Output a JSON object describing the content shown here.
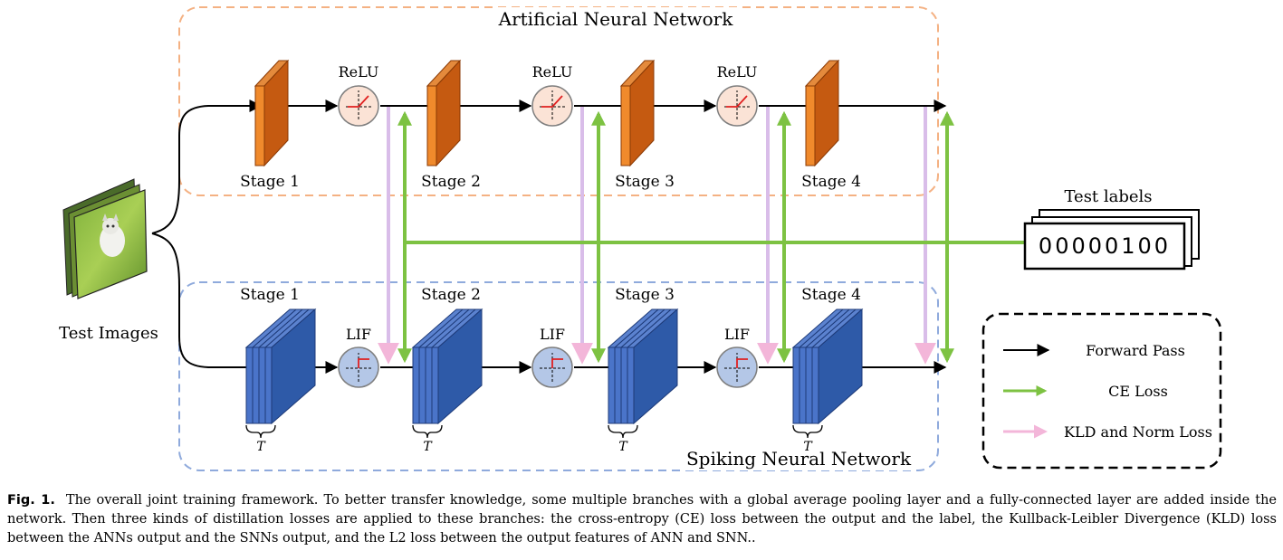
{
  "diagram": {
    "ann_title": "Artificial Neural Network",
    "snn_title": "Spiking Neural Network",
    "ann_stages": [
      "Stage 1",
      "Stage 2",
      "Stage 3",
      "Stage 4"
    ],
    "snn_stages": [
      "Stage 1",
      "Stage 2",
      "Stage 3",
      "Stage 4"
    ],
    "activation_ann": "ReLU",
    "activation_snn": "LIF",
    "time_symbol": "T",
    "test_images_label": "Test Images",
    "test_labels_title": "Test labels",
    "test_labels_value": "00000100",
    "legend": {
      "forward": "Forward Pass",
      "ce": "CE Loss",
      "kld": "KLD and Norm Loss"
    },
    "colors": {
      "ann_block": "#c55a11",
      "snn_block": "#2e5aa8",
      "ce_arrow": "#7dc242",
      "kld_arrow_top": "#c9c3f2",
      "kld_arrow_bottom": "#f3b6d9",
      "ann_box": "#f4b183",
      "snn_box": "#8faadc"
    }
  },
  "caption": {
    "fig_label": "Fig. 1.",
    "text": "The overall joint training framework. To better transfer knowledge, some multiple branches with a global average pooling layer and a fully-connected layer are added inside the network. Then three kinds of distillation losses are applied to these branches: the cross-entropy (CE) loss between the output and the label, the Kullback-Leibler Divergence (KLD) loss between the ANNs output and the SNNs output, and the L2 loss between the output features of ANN and SNN.."
  }
}
